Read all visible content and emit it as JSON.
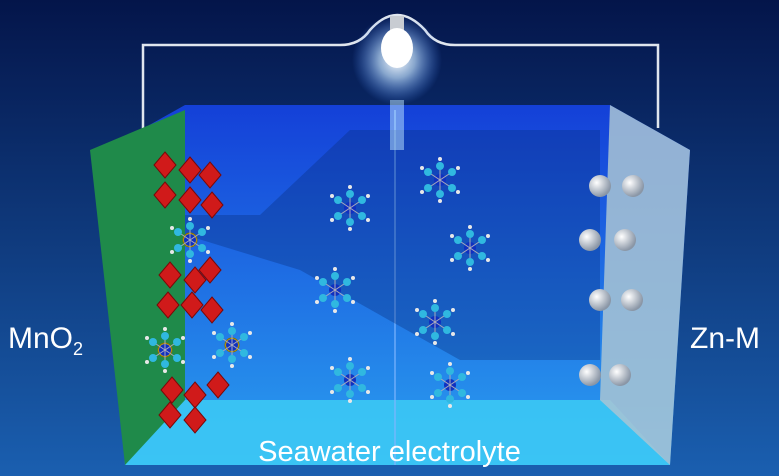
{
  "labels": {
    "cathode_main": "MnO",
    "cathode_sub": "2",
    "anode": "Zn-M",
    "electrolyte": "Seawater electrolyte"
  },
  "colors": {
    "background_top": "#04154a",
    "background_bottom": "#1a5fb0",
    "electrolyte": "#1a6cf0",
    "cathode_panel": "#1f8a4a",
    "anode_panel": "#a9c4d4",
    "octahedra": "#d01a1a"
  }
}
